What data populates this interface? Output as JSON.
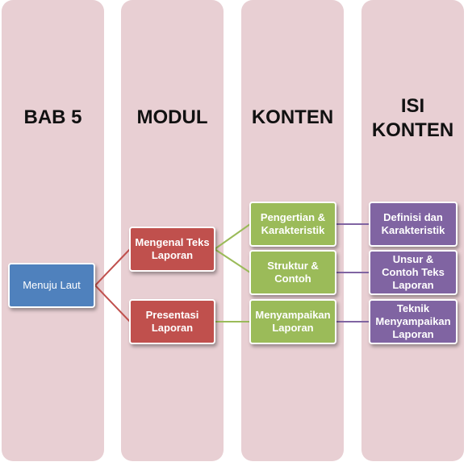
{
  "colors": {
    "column_bg": "#e8cfd3",
    "bab": "#4f81bd",
    "modul": "#c0504d",
    "konten": "#9bbb59",
    "isi": "#8064a2"
  },
  "columns": {
    "bab": "BAB 5",
    "modul": "MODUL",
    "konten": "KONTEN",
    "isi_line1": "ISI",
    "isi_line2": "KONTEN"
  },
  "nodes": {
    "bab": "Menuju Laut",
    "modul_1": "Mengenal Teks Laporan",
    "modul_2": "Presentasi Laporan",
    "konten_1": "Pengertian & Karakteristik",
    "konten_2": "Struktur & Contoh",
    "konten_3": "Menyampaikan Laporan",
    "isi_1": "Definisi dan Karakteristik",
    "isi_2": "Unsur & Contoh Teks Laporan",
    "isi_3": "Teknik Menyampaikan Laporan"
  }
}
